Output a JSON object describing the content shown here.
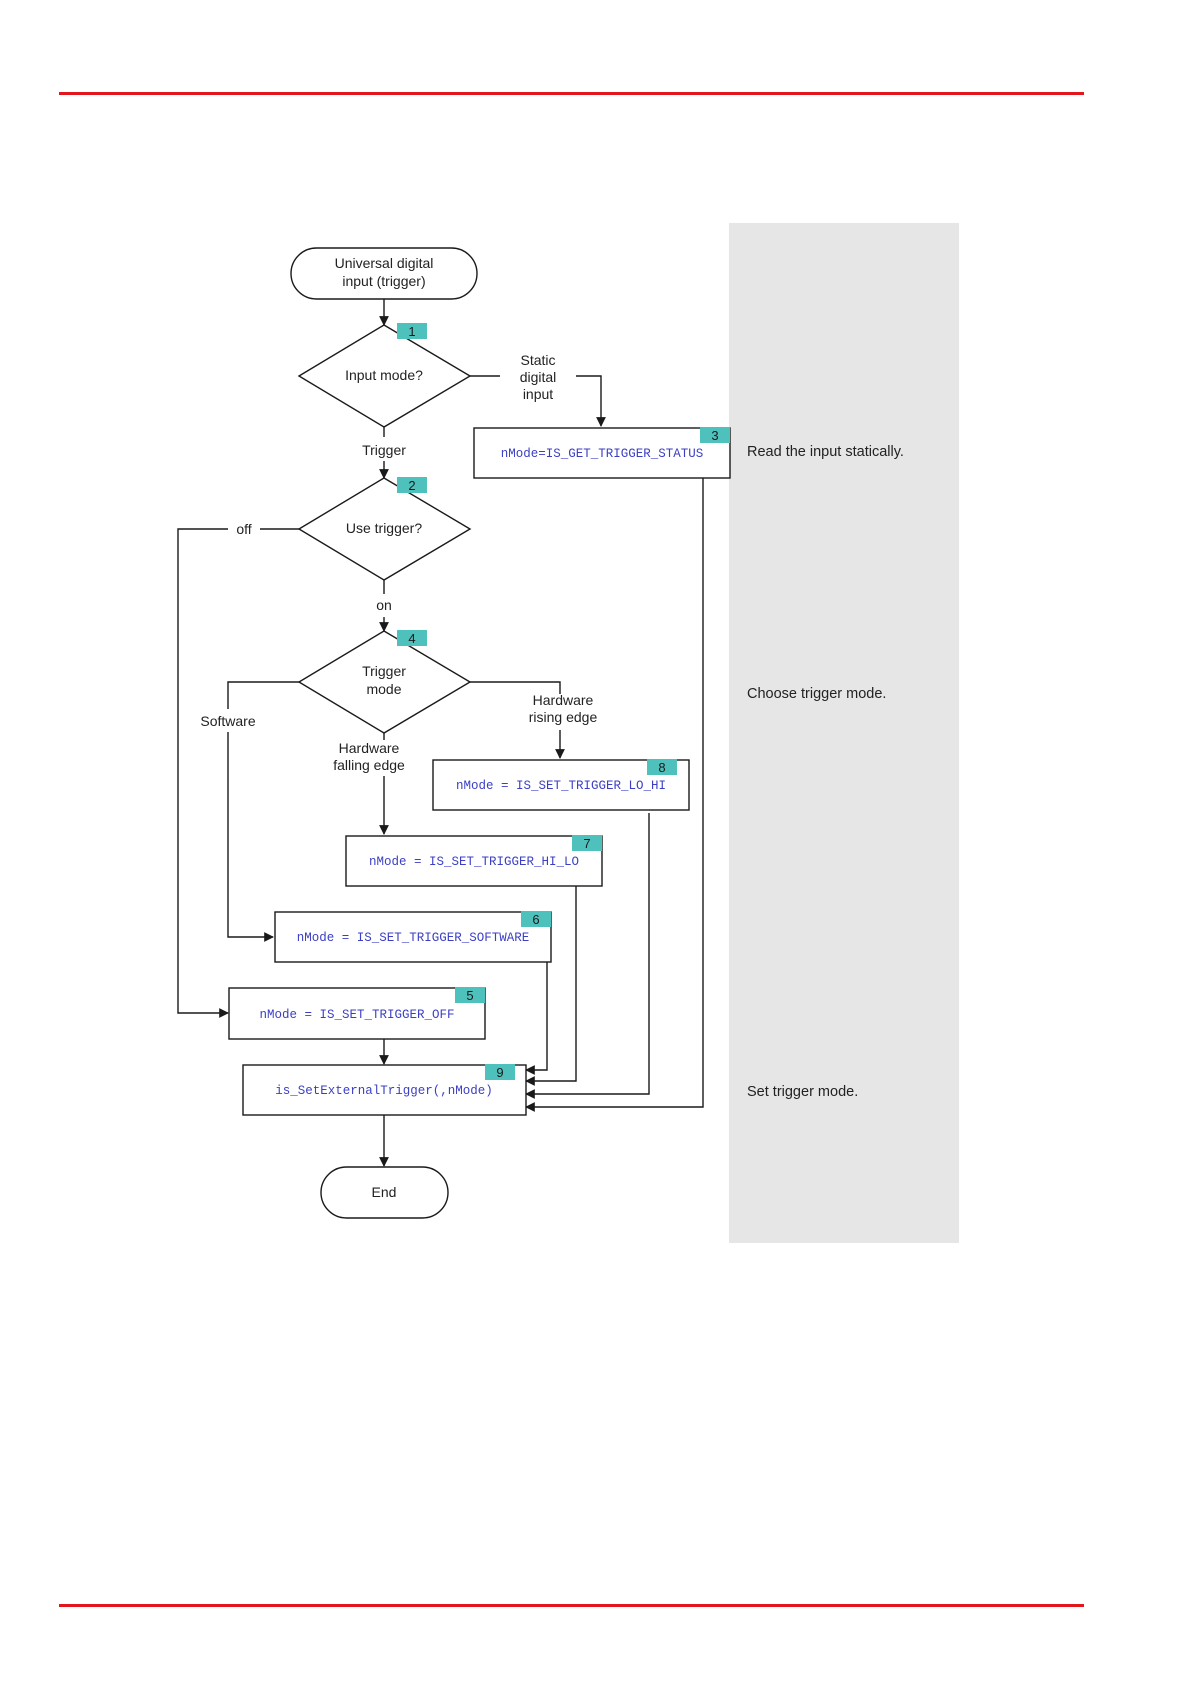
{
  "colors": {
    "rule": "#e2161c",
    "panel": "#e6e6e6",
    "badge": "#4fc1bd",
    "code": "#3b3fc4",
    "stroke": "#1a1a1a"
  },
  "flowchart": {
    "start": {
      "line1": "Universal digital",
      "line2": "input (trigger)"
    },
    "end": "End",
    "decision_input_mode": {
      "badge": "1",
      "text": "Input mode?"
    },
    "decision_use_trigger": {
      "badge": "2",
      "text": "Use trigger?"
    },
    "decision_trigger_mode": {
      "badge": "4",
      "line1": "Trigger",
      "line2": "mode"
    },
    "edges": {
      "static": {
        "line1": "Static",
        "line2": "digital",
        "line3": "input"
      },
      "trigger": "Trigger",
      "off": "off",
      "on": "on",
      "software": "Software",
      "hw_rising": {
        "line1": "Hardware",
        "line2": "rising edge"
      },
      "hw_falling": {
        "line1": "Hardware",
        "line2": "falling edge"
      }
    },
    "box3": {
      "badge": "3",
      "code": "nMode=IS_GET_TRIGGER_STATUS"
    },
    "box5": {
      "badge": "5",
      "code": "nMode = IS_SET_TRIGGER_OFF"
    },
    "box6": {
      "badge": "6",
      "code": "nMode = IS_SET_TRIGGER_SOFTWARE"
    },
    "box7": {
      "badge": "7",
      "code": "nMode = IS_SET_TRIGGER_HI_LO"
    },
    "box8": {
      "badge": "8",
      "code": "nMode = IS_SET_TRIGGER_LO_HI"
    },
    "box9": {
      "badge": "9",
      "code": "is_SetExternalTrigger(,nMode)"
    }
  },
  "side_notes": {
    "read": "Read the input statically.",
    "choose": "Choose trigger mode.",
    "set": "Set trigger mode."
  }
}
